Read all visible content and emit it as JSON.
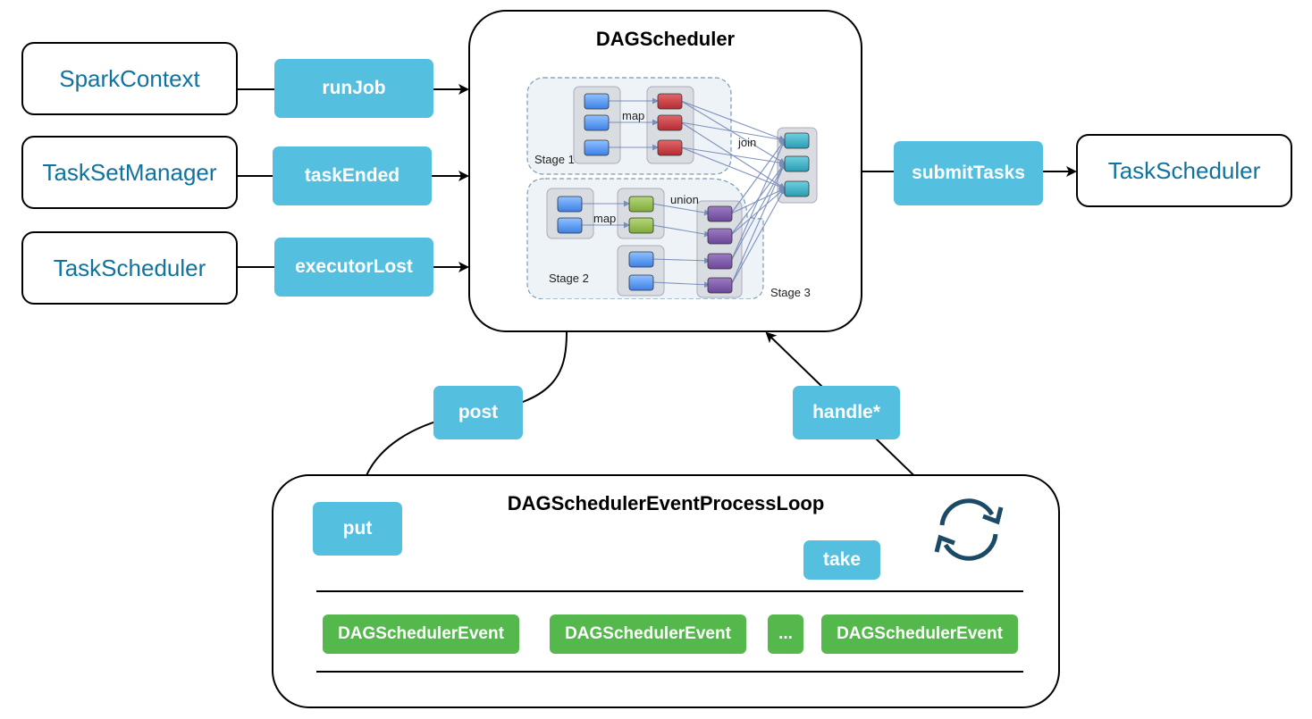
{
  "sources": {
    "spark_context": "SparkContext",
    "task_set_manager": "TaskSetManager",
    "task_scheduler_in": "TaskScheduler"
  },
  "target": {
    "task_scheduler_out": "TaskScheduler"
  },
  "dag_scheduler": {
    "title": "DAGScheduler",
    "stage_graph": {
      "stage1": "Stage 1",
      "stage2": "Stage 2",
      "stage3": "Stage 3",
      "map1": "map",
      "map2": "map",
      "join": "join",
      "union": "union"
    }
  },
  "calls": {
    "run_job": "runJob",
    "task_ended": "taskEnded",
    "executor_lost": "executorLost",
    "submit_tasks": "submitTasks",
    "post": "post",
    "handle": "handle*",
    "put": "put",
    "take": "take"
  },
  "event_loop": {
    "title": "DAGSchedulerEventProcessLoop",
    "events": [
      "DAGSchedulerEvent",
      "DAGSchedulerEvent",
      "...",
      "DAGSchedulerEvent"
    ]
  },
  "colors": {
    "tag": "#55bfe0",
    "event": "#55b84d",
    "box_text": "#10739e",
    "loop_icon": "#1b4a66"
  }
}
